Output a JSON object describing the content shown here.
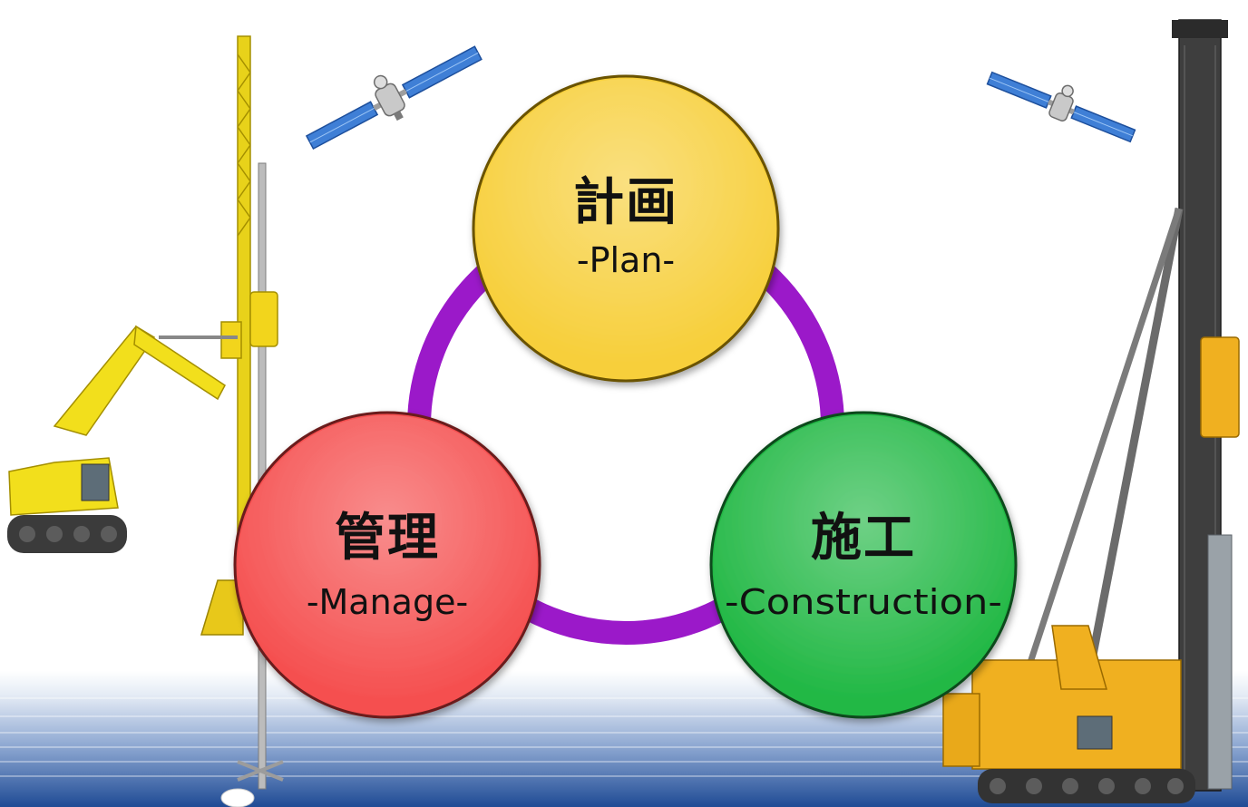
{
  "diagram": {
    "nodes": [
      {
        "id": "plan",
        "title": "計画",
        "subtitle": "-Plan-",
        "color": "#F7CF3B"
      },
      {
        "id": "manage",
        "title": "管理",
        "subtitle": "-Manage-",
        "color": "#F55050"
      },
      {
        "id": "construction",
        "title": "施工",
        "subtitle": "-Construction-",
        "color": "#22B845"
      }
    ],
    "ring_color": "#9B19C9",
    "icons": [
      "satellite-icon",
      "drill-rig-excavator-icon",
      "pile-driver-crane-icon"
    ],
    "colors": {
      "sky_top": "#ffffff",
      "ground_band_top": "#d9e3f1",
      "ground_band_bottom": "#1f4b95"
    }
  }
}
